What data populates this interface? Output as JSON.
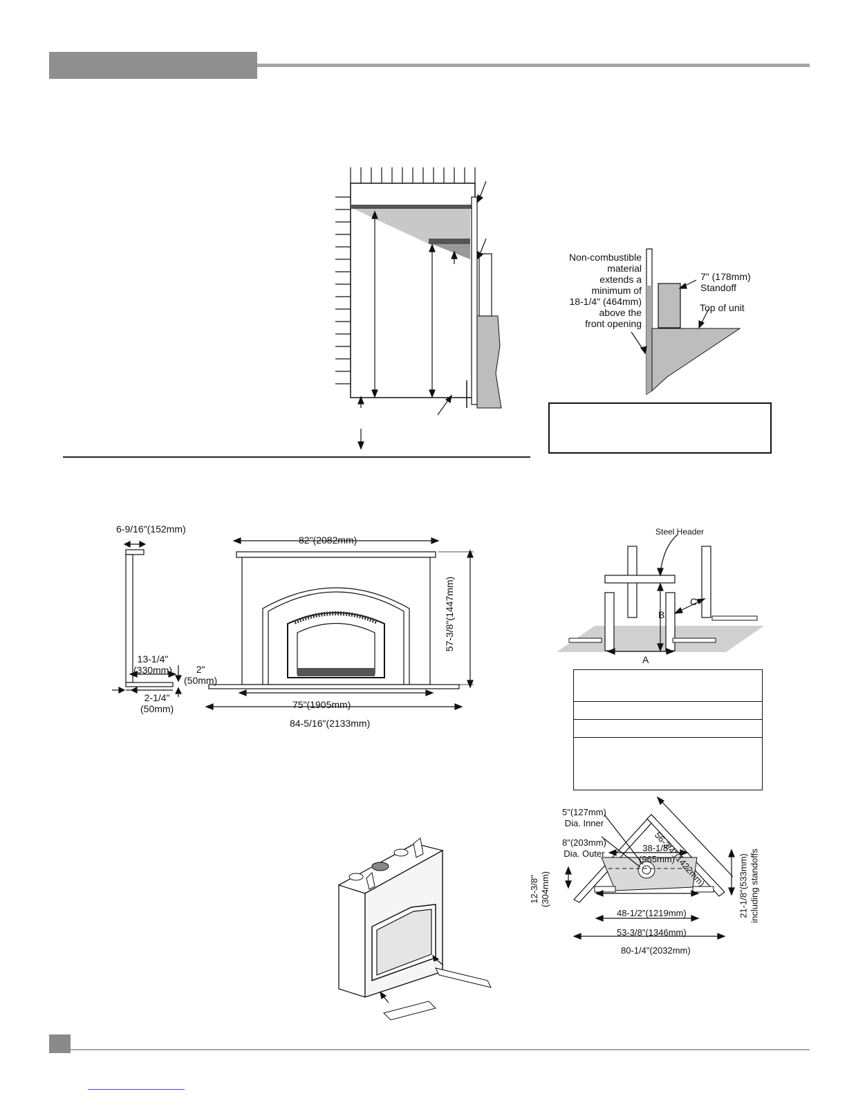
{
  "clearance_figure": {
    "noncombustible_note": "Non-combustible\nmaterial\nextends a\nminimum of\n18-1/4\" (464mm)\nabove the\nfront opening",
    "standoff": "7\" (178mm)\nStandoff",
    "top_of_unit": "Top of unit"
  },
  "mantel_figure": {
    "depth_top": "6-9/16\"(152mm)",
    "depth_inner": "13-1/4\"\n(330mm)",
    "hearth_height": "2\"\n(50mm)",
    "hearth_ext": "2-1/4\"\n(50mm)",
    "overall_width": "82\"(2082mm)",
    "overall_height": "57-3/8\"(1447mm)",
    "inner_width": "75\"(1905mm)",
    "hearth_width": "84-5/16\"(2133mm)"
  },
  "framing_figure": {
    "steel_header": "Steel Header",
    "a": "A",
    "b": "B",
    "c": "C"
  },
  "corner_figure": {
    "inner_dia": "5\"(127mm)\nDia. Inner",
    "outer_dia": "8\"(203mm)\nDia. Outer",
    "diag": "56-3/4\"(1422mm)",
    "back": "38-1/8\"\n(965mm)",
    "side": "12-3/8\"\n(304mm)",
    "depth": "21-1/8\"(533mm)\nincluding standoffs",
    "w1": "48-1/2\"(1219mm)",
    "w2": "53-3/8\"(1346mm)",
    "w3": "80-1/4\"(2032mm)"
  }
}
